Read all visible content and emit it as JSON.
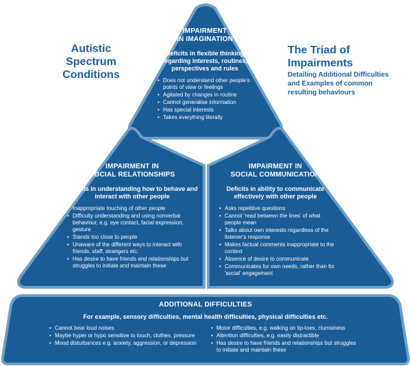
{
  "heading_left": [
    "Autistic",
    "Spectrum",
    "Conditions"
  ],
  "heading_right": [
    "The Triad of",
    "Impairments"
  ],
  "heading_right_sub": "Detailing Additional Difficulties and Examples of common resulting behaviours",
  "colors": {
    "panel_blue": "#1a5c96",
    "panel_border": "#6d9fc6",
    "heading_blue": "#1b5f98",
    "text_white": "#ffffff"
  },
  "imagination": {
    "title": [
      "IMPAIRMENT",
      "IN IMAGINATION"
    ],
    "description": "Deficits in flexible thinking regarding interests, routines, perspectives and rules",
    "items": [
      "Does not understand other people's points of view or feelings",
      "Agitated by changes in routine",
      "Cannot generalise information",
      "Has special interests",
      "Takes everything literally"
    ]
  },
  "social_relationships": {
    "title": [
      "IMPAIRMENT IN",
      "SOCIAL RELATIONSHIPS"
    ],
    "description": "Deficits in understanding how to behave and interact with other people",
    "items": [
      "Inappropriate touching of other people",
      "Difficulty understanding and using nonverbal behaviour, e.g. eye contact, facial expression, gesture",
      "Stands too close to people",
      "Unaware of the different ways to interact with friends, staff, strangers etc.",
      "Has desire to have friends and relationships but struggles to initiate and maintain these"
    ]
  },
  "social_communication": {
    "title": [
      "IMPAIRMENT IN",
      "SOCIAL COMMUNICATION"
    ],
    "description": "Deficits in ability to communicate effectively with other people",
    "items": [
      "Asks repetitive questions",
      "Cannot 'read between the lines' of what people mean",
      "Talks about own interests regardless of the listener's response",
      "Makes factual comments inappropriate to the context",
      "Absence of desire to communicate",
      "Communicates for own needs, rather than for 'social' engagement"
    ]
  },
  "additional": {
    "title": "ADDITIONAL DIFFICULTIES",
    "description": "For example, sensory difficulties, mental health difficulties, physical difficulties etc.",
    "items_left": [
      "Cannot bear loud noises",
      "Maybe hyper or hypo sensitive to touch, clothes, pressure",
      "Mood disturbances e.g. anxiety, aggression, or depression"
    ],
    "items_right": [
      "Motor difficulties, e.g. walking on tip-toes, clumsiness",
      "Attention difficulties, e.g. easily distractible",
      "Has desire to have friends and relationships but struggles to initiate and maintain these"
    ]
  }
}
